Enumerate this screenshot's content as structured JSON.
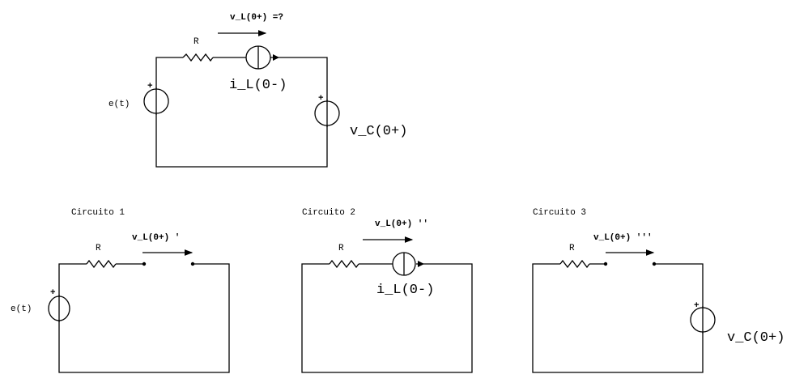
{
  "colors": {
    "wire": "#000000",
    "background": "#ffffff"
  },
  "main_circuit": {
    "resistor": "R",
    "voltage_question": "v_L(0+) =?",
    "inductor_current": "i_L(0-)",
    "source": "e(t)",
    "capacitor_voltage": "v_C(0+)",
    "plus": "+"
  },
  "circuits": [
    {
      "title": "Circuito 1",
      "resistor": "R",
      "voltage": "v_L(0+) '",
      "source": "e(t)",
      "plus": "+"
    },
    {
      "title": "Circuito 2",
      "resistor": "R",
      "voltage": "v_L(0+) ''",
      "inductor_current": "i_L(0-)"
    },
    {
      "title": "Circuito 3",
      "resistor": "R",
      "voltage": "v_L(0+) '''",
      "capacitor_voltage": "v_C(0+)",
      "plus": "+"
    }
  ]
}
